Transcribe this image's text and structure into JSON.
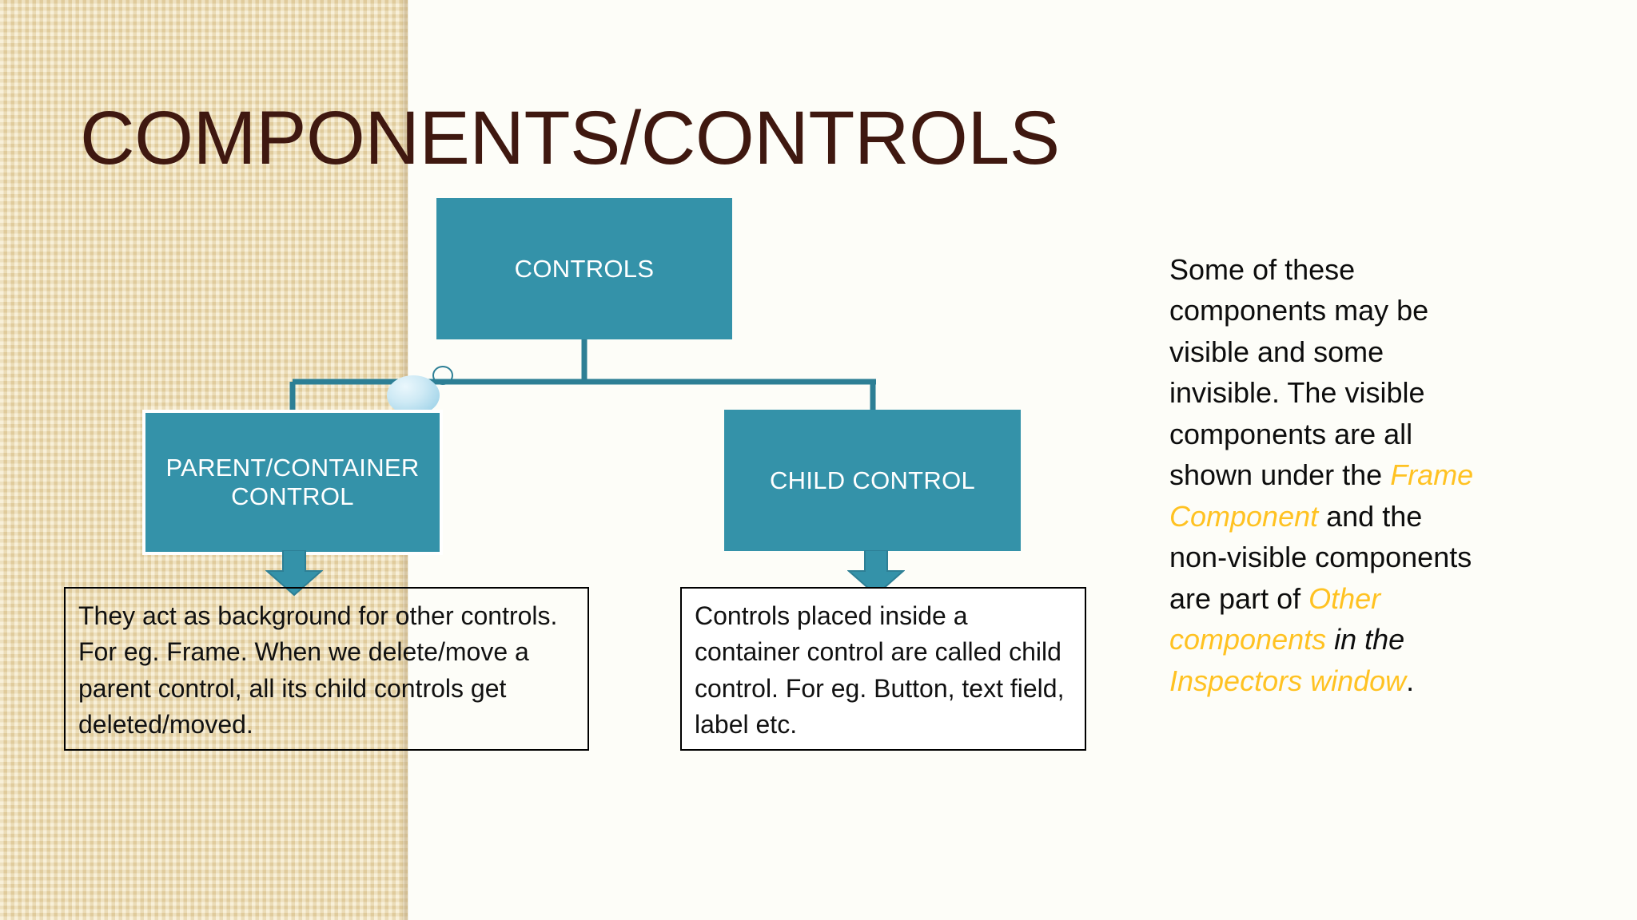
{
  "slide": {
    "title": "COMPONENTS/CONTROLS",
    "accent_teal": "#3492a9",
    "title_color": "#3f1810",
    "panel_beige": "#f0dfb2",
    "highlight_yellow": "#ffc222"
  },
  "diagram": {
    "root": {
      "label": "CONTROLS"
    },
    "children": [
      {
        "label": "PARENT/CONTAINER CONTROL"
      },
      {
        "label": "CHILD CONTROL"
      }
    ],
    "descriptions": [
      {
        "text": "They act as background for other controls. For eg. Frame. When we delete/move a parent control, all its child controls get deleted/moved."
      },
      {
        "text": "Controls placed inside a container control are called child control. For eg. Button, text field, label etc."
      }
    ],
    "arrow_icon": "arrow-down-icon"
  },
  "side_note": {
    "seg1": "Some of these components may be visible and some invisible. The visible components are all shown under the ",
    "seg2_highlight": "Frame Component",
    "seg3": " and the non-visible components are part of ",
    "seg4_highlight": "Other components",
    "seg5_italic": " in the ",
    "seg6_highlight": "Inspectors window",
    "seg7": "."
  }
}
